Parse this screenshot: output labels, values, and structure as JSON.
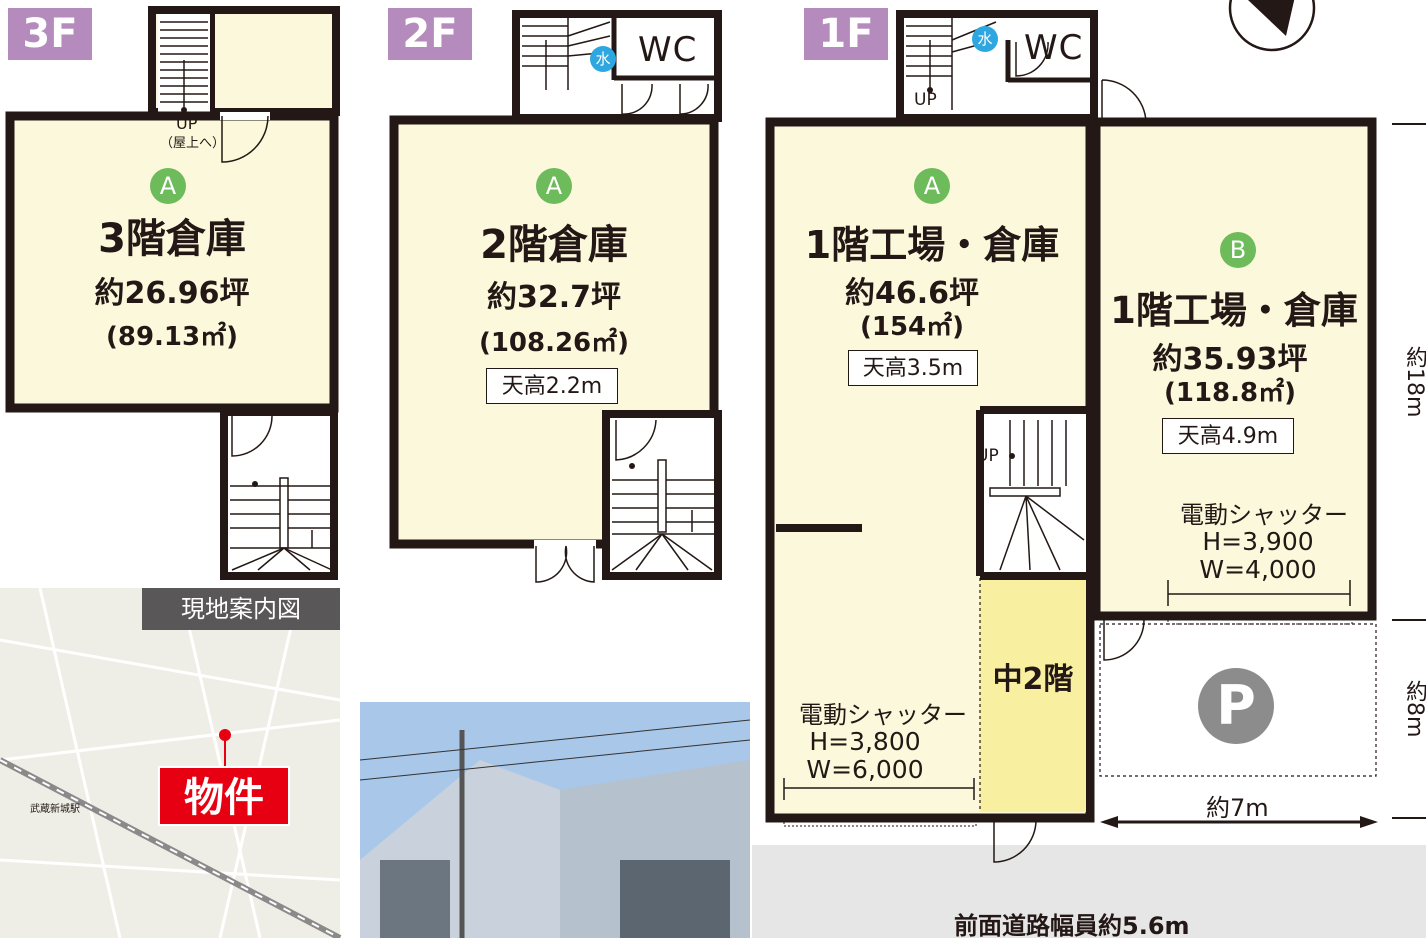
{
  "floors": {
    "f3": {
      "tag": "3F",
      "letter": "A",
      "name": "3階倉庫",
      "area": "約26.96坪",
      "sqm": "(89.13㎡)",
      "up_label": "UP",
      "roof_label": "（屋上へ）"
    },
    "f2": {
      "tag": "2F",
      "letter": "A",
      "name": "2階倉庫",
      "area": "約32.7坪",
      "sqm": "(108.26㎡)",
      "ceiling": "天高2.2m",
      "wc": "WC",
      "water": "水"
    },
    "f1": {
      "tag": "1F",
      "wc": "WC",
      "water": "水",
      "up_stair_top": "UP",
      "up_stair_mid": "UP",
      "room_a": {
        "letter": "A",
        "name": "1階工場・倉庫",
        "area": "約46.6坪",
        "sqm": "(154㎡)",
        "ceiling": "天高3.5m",
        "shutter_title": "電動シャッター",
        "shutter_h": "H=3,800",
        "shutter_w": "W=6,000"
      },
      "room_b": {
        "letter": "B",
        "name": "1階工場・倉庫",
        "area": "約35.93坪",
        "sqm": "(118.8㎡)",
        "ceiling": "天高4.9m",
        "shutter_title": "電動シャッター",
        "shutter_h": "H=3,900",
        "shutter_w": "W=4,000"
      },
      "mezzanine": "中2階",
      "parking": "P",
      "dim_depth_main": "約18m",
      "dim_depth_parking": "約8m",
      "dim_width": "約7m",
      "road": "前面道路幅員約5.6m"
    }
  },
  "map": {
    "title": "現地案内図",
    "marker": "物件",
    "station": "武蔵新城駅"
  },
  "colors": {
    "floor_tag": "#b58bbd",
    "room_fill": "#fcf8dc",
    "mezzanine_fill": "#f8f0a0",
    "letter_circle": "#6dbb5a",
    "wall": "#231815",
    "road": "#e6e6e6",
    "map_marker": "#e60012",
    "water": "#2ea7e0"
  }
}
